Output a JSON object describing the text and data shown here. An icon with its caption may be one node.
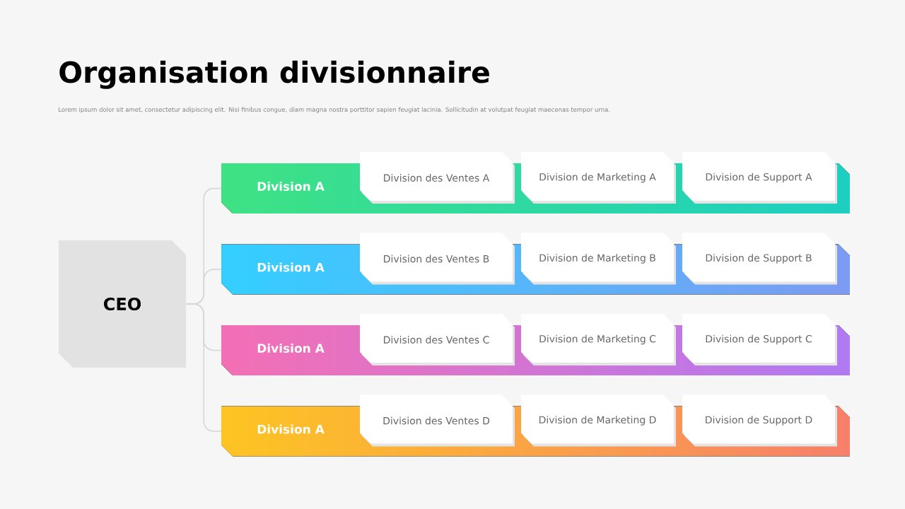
{
  "diagram": {
    "title": "Organisation divisionnaire",
    "caption": "Lorem ipsum dolor sit amet, consectetur adipiscing elit. Nisi finibus congue, diam magna nostra porttitor sapien feugiat lacinia. Sollicitudin at volutpat feugiat maecenas tempor urna.",
    "nodes": [
      {
        "text": [
          "CEO"
        ]
      },
      {
        "text": [
          "Division A"
        ]
      },
      {
        "text": [
          "Division des Ventes A"
        ]
      },
      {
        "text": [
          "Division de Marketing A"
        ]
      },
      {
        "text": [
          "Division de Support A"
        ]
      },
      {
        "text": [
          "Division A"
        ]
      },
      {
        "text": [
          "Division des Ventes B"
        ]
      },
      {
        "text": [
          "Division de Marketing B"
        ]
      },
      {
        "text": [
          "Division de Support B"
        ]
      },
      {
        "text": [
          "Division A"
        ]
      },
      {
        "text": [
          "Division des Ventes C"
        ]
      },
      {
        "text": [
          "Division de Marketing C"
        ]
      },
      {
        "text": [
          "Division de Support C"
        ]
      },
      {
        "text": [
          "Division A"
        ]
      },
      {
        "text": [
          "Division des Ventes D"
        ]
      },
      {
        "text": [
          "Division de Marketing D"
        ]
      },
      {
        "text": [
          "Division de Support D"
        ]
      }
    ],
    "edges": [
      {
        "from": 0,
        "to": 1,
        "arrow": "none"
      },
      {
        "from": 0,
        "to": 5,
        "arrow": "none"
      },
      {
        "from": 0,
        "to": 9,
        "arrow": "none"
      },
      {
        "from": 0,
        "to": 13,
        "arrow": "none"
      }
    ]
  }
}
